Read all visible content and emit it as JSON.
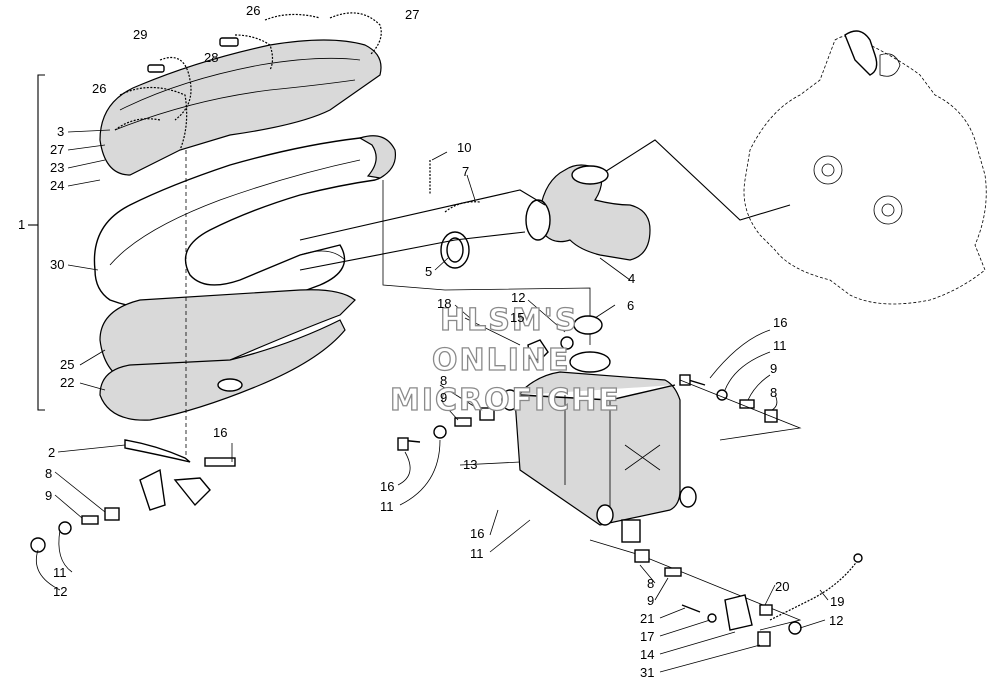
{
  "watermark": {
    "line1": "HLSM'S",
    "line2": "ONLINE",
    "line3": "MICROFICHE"
  },
  "callouts": [
    {
      "id": "lbl-26a",
      "text": "26"
    },
    {
      "id": "lbl-27a",
      "text": "27"
    },
    {
      "id": "lbl-29",
      "text": "29"
    },
    {
      "id": "lbl-28",
      "text": "28"
    },
    {
      "id": "lbl-26b",
      "text": "26"
    },
    {
      "id": "lbl-3",
      "text": "3"
    },
    {
      "id": "lbl-27b",
      "text": "27"
    },
    {
      "id": "lbl-23",
      "text": "23"
    },
    {
      "id": "lbl-24",
      "text": "24"
    },
    {
      "id": "lbl-1",
      "text": "1"
    },
    {
      "id": "lbl-30",
      "text": "30"
    },
    {
      "id": "lbl-25",
      "text": "25"
    },
    {
      "id": "lbl-22",
      "text": "22"
    },
    {
      "id": "lbl-10",
      "text": "10"
    },
    {
      "id": "lbl-7",
      "text": "7"
    },
    {
      "id": "lbl-5",
      "text": "5"
    },
    {
      "id": "lbl-4",
      "text": "4"
    },
    {
      "id": "lbl-6",
      "text": "6"
    },
    {
      "id": "lbl-12a",
      "text": "12"
    },
    {
      "id": "lbl-18",
      "text": "18"
    },
    {
      "id": "lbl-15",
      "text": "15"
    },
    {
      "id": "lbl-8a",
      "text": "8"
    },
    {
      "id": "lbl-9a",
      "text": "9"
    },
    {
      "id": "lbl-16a",
      "text": "16"
    },
    {
      "id": "lbl-11a",
      "text": "11"
    },
    {
      "id": "lbl-9b",
      "text": "9"
    },
    {
      "id": "lbl-8b",
      "text": "8"
    },
    {
      "id": "lbl-2",
      "text": "2"
    },
    {
      "id": "lbl-16b",
      "text": "16"
    },
    {
      "id": "lbl-8c",
      "text": "8"
    },
    {
      "id": "lbl-9c",
      "text": "9"
    },
    {
      "id": "lbl-11b",
      "text": "11"
    },
    {
      "id": "lbl-12b",
      "text": "12"
    },
    {
      "id": "lbl-13",
      "text": "13"
    },
    {
      "id": "lbl-16c",
      "text": "16"
    },
    {
      "id": "lbl-11c",
      "text": "11"
    },
    {
      "id": "lbl-16d",
      "text": "16"
    },
    {
      "id": "lbl-11d",
      "text": "11"
    },
    {
      "id": "lbl-8d",
      "text": "8"
    },
    {
      "id": "lbl-9d",
      "text": "9"
    },
    {
      "id": "lbl-21",
      "text": "21"
    },
    {
      "id": "lbl-17",
      "text": "17"
    },
    {
      "id": "lbl-14",
      "text": "14"
    },
    {
      "id": "lbl-31",
      "text": "31"
    },
    {
      "id": "lbl-20",
      "text": "20"
    },
    {
      "id": "lbl-19",
      "text": "19"
    },
    {
      "id": "lbl-12c",
      "text": "12"
    }
  ]
}
